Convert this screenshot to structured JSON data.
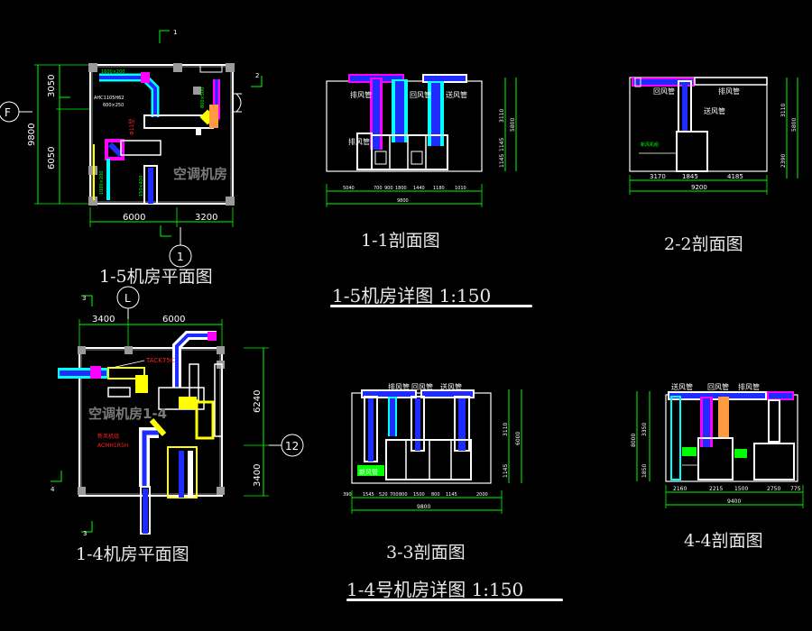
{
  "plan_1_5": {
    "label": "1-5机房平面图",
    "room": "空调机房",
    "dims": {
      "left_top": "3050",
      "left_bottom": "6050",
      "left_total": "9800",
      "bottom_left": "6000",
      "bottom_right": "3200"
    },
    "axis_left": "F",
    "axis_bottom": "1",
    "cut_marks": [
      "1",
      "2"
    ],
    "annotations": [
      "1600×200",
      "1000×200",
      "Φ11型",
      "600×250",
      "400×250",
      "AHC1105H62",
      "800×500",
      "150×420"
    ]
  },
  "plan_1_4": {
    "label": "1-4机房平面图",
    "room": "空调机房1-4",
    "dims": {
      "top_left": "3400",
      "top_right": "6000",
      "right_top": "6240",
      "right_bottom": "3400"
    },
    "axis_top": "L",
    "axis_right": "12",
    "cut_marks": [
      "3",
      "4"
    ],
    "annotations": [
      "TACK75C",
      "新风机组",
      "ACMH1R5H"
    ]
  },
  "section_1_1": {
    "label": "1-1剖面图",
    "ducts": [
      "排风管",
      "回风管",
      "送风管"
    ],
    "dims_bottom": [
      "5040",
      "700",
      "900",
      "1800",
      "1440",
      "1180",
      "1010"
    ],
    "total": "9800",
    "dims_right": [
      "3110",
      "1145",
      "1145",
      "5800"
    ]
  },
  "section_2_2": {
    "label": "2-2剖面图",
    "ducts": [
      "回风管",
      "排风管",
      "送风管"
    ],
    "note": "新风机组",
    "dims_bottom": [
      "3170",
      "1845",
      "4185"
    ],
    "total": "9200",
    "dims_right": [
      "3110",
      "2390",
      "5800"
    ]
  },
  "section_3_3": {
    "label": "3-3剖面图",
    "ducts": [
      "排风管",
      "回风管",
      "送风管",
      "新风管"
    ],
    "dims_bottom": [
      "390",
      "1545",
      "520",
      "700",
      "800",
      "1500",
      "800",
      "1145",
      "2000"
    ],
    "total": "9800",
    "dims_right": [
      "3110",
      "1145",
      "6000"
    ]
  },
  "section_4_4": {
    "label": "4-4剖面图",
    "ducts": [
      "送风管",
      "回风管",
      "排风管"
    ],
    "dims_bottom": [
      "2160",
      "2215",
      "1500",
      "2750",
      "775"
    ],
    "total": "9400",
    "dims_left": [
      "3350",
      "1850",
      "8000"
    ]
  },
  "detail_titles": {
    "t15": "1-5机房详图   1:150",
    "t14": "1-4号机房详图   1:150"
  },
  "colors": {
    "wall": "#ffffff",
    "cyan": "#00ffff",
    "magenta": "#ff00ff",
    "blue": "#1e2cff",
    "yellow": "#ffff00",
    "green": "#00ff00",
    "red": "#ff2020",
    "orange": "#ff9a40",
    "grey": "#888888"
  }
}
